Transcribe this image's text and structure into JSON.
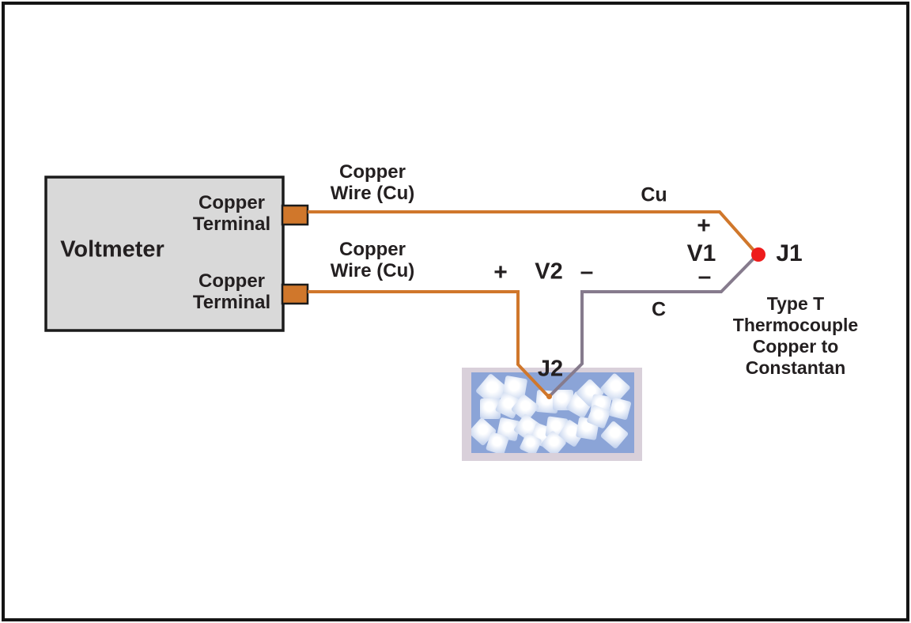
{
  "colors": {
    "copper": "#d0772b",
    "constantan": "#867b8d",
    "junction_red": "#ee1c1c",
    "voltmeter_fill": "#d9d9d9",
    "terminal_fill": "#d0772b",
    "bath_container": "#d9d0da",
    "bath_water": "#8ba4d7",
    "ice_center": "#ffffff",
    "ice_edge": "#bfcfec"
  },
  "voltmeter": {
    "label": "Voltmeter",
    "terminal_top": {
      "line1": "Copper",
      "line2": "Terminal"
    },
    "terminal_bottom": {
      "line1": "Copper",
      "line2": "Terminal"
    }
  },
  "wires": {
    "top": {
      "line1": "Copper",
      "line2": "Wire (Cu)",
      "conductor": "Cu"
    },
    "bottom": {
      "line1": "Copper",
      "line2": "Wire (Cu)"
    },
    "constantan_conductor": "C"
  },
  "junctions": {
    "j1": "J1",
    "j2": "J2"
  },
  "voltages": {
    "v1": {
      "plus": "+",
      "label": "V1",
      "minus": "–"
    },
    "v2": {
      "plus": "+",
      "label": "V2",
      "minus": "–"
    }
  },
  "note": {
    "line1": "Type T",
    "line2": "Thermocouple",
    "line3": "Copper to",
    "line4": "Constantan"
  }
}
